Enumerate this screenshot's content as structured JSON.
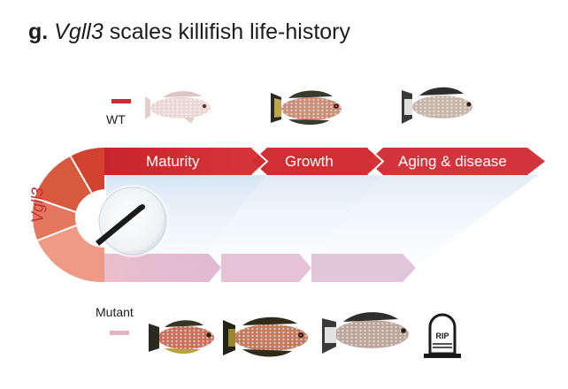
{
  "figure": {
    "panel_label": "g.",
    "title_gene": "Vgll3",
    "title_rest": " scales killifish life-history"
  },
  "legend": {
    "wt_label": "WT",
    "wt_color": "#cf2a2f",
    "mutant_label": "Mutant",
    "mutant_color": "#e6b3c0"
  },
  "dial": {
    "label": "Vgll3",
    "segment_colors": [
      "#ee9a86",
      "#e3785e",
      "#d85a3e",
      "#d14330"
    ]
  },
  "stages": [
    "Maturity",
    "Growth",
    "Aging & disease"
  ],
  "colors": {
    "wt_arrow": "#cf2a2f",
    "mutant_arrow": "#e9bccb",
    "projection": "#cfe1f2"
  },
  "icons": {
    "tombstone_text": "RIP"
  }
}
